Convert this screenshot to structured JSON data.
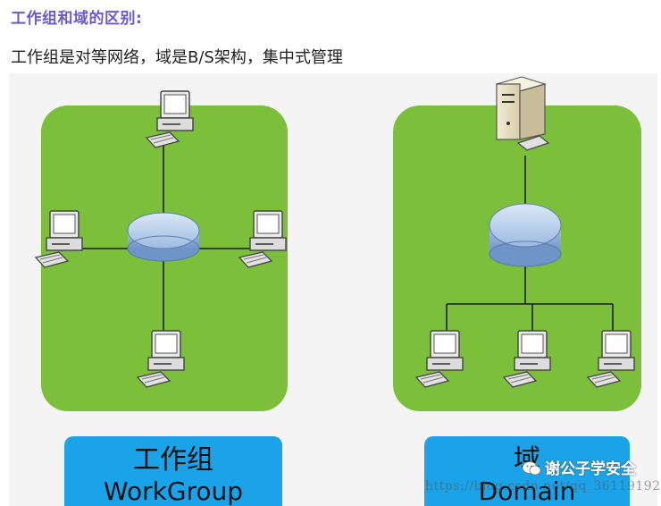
{
  "heading": "工作组和域的区别:",
  "description": "工作组是对等网络，域是B/S架构，集中式管理",
  "diagram": {
    "workgroup": {
      "label_cn": "工作组",
      "label_en": "WorkGroup"
    },
    "domain": {
      "label_cn": "域",
      "label_en": "Domain"
    },
    "colors": {
      "zone": "#7cbf3a",
      "label_box": "#1aa3e8",
      "hub": "#b9d3ef"
    }
  },
  "watermark": {
    "account": "谢公子学安全",
    "icon": "wechat-icon"
  },
  "url_watermark": "https://blog.csdn.net/qq_36119192"
}
